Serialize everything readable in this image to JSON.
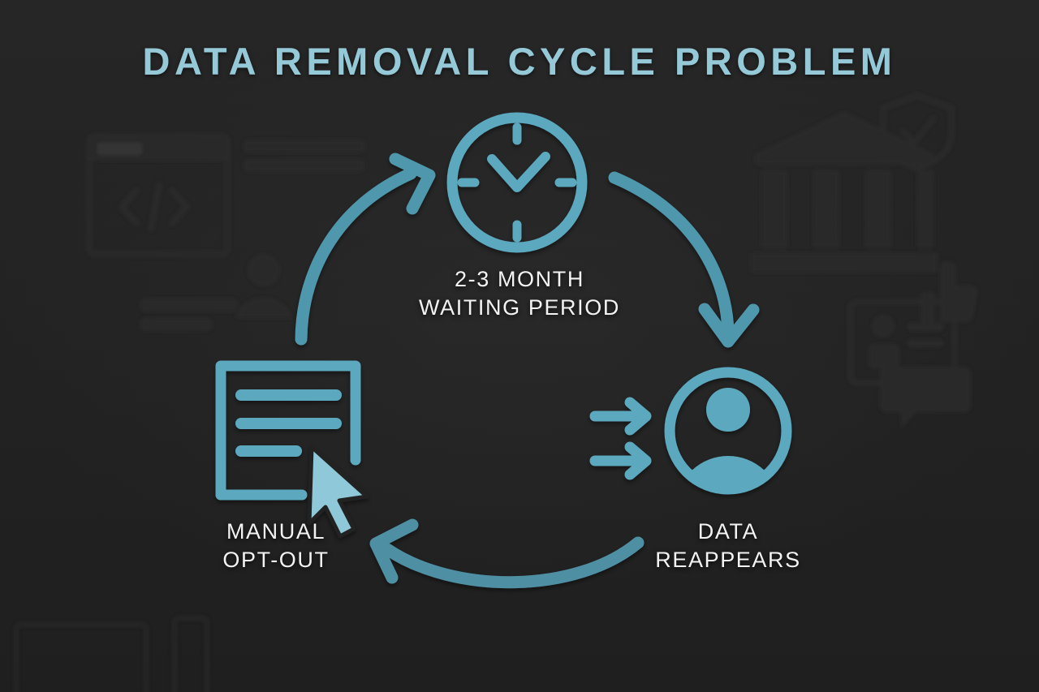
{
  "page": {
    "title": "DATA REMOVAL CYCLE PROBLEM",
    "background_color": "#232323",
    "accent_color": "#5ba8bf",
    "accent_light_color": "#8fc8d8",
    "title_color": "#96c9d8",
    "caption_color": "#f3f3f3",
    "watermark_color": "#2b2b2b"
  },
  "diagram": {
    "type": "cycle",
    "direction": "clockwise",
    "node_count": 3,
    "nodes": [
      {
        "id": "waiting-period",
        "icon": "clock-icon",
        "label_line1": "2-3 MONTH",
        "label_line2": "WAITING PERIOD",
        "position": "top-center"
      },
      {
        "id": "data-reappears",
        "icon": "person-arrows-icon",
        "label_line1": "DATA",
        "label_line2": "REAPPEARS",
        "position": "bottom-right"
      },
      {
        "id": "manual-opt-out",
        "icon": "document-cursor-icon",
        "label_line1": "MANUAL",
        "label_line2": "OPT-OUT",
        "position": "bottom-left"
      }
    ],
    "arrows": [
      {
        "id": "arrow-optout-to-waiting",
        "from": "manual-opt-out",
        "to": "waiting-period",
        "shape": "curved",
        "head": "up-right"
      },
      {
        "id": "arrow-waiting-to-data",
        "from": "waiting-period",
        "to": "data-reappears",
        "shape": "curved",
        "head": "down"
      },
      {
        "id": "arrow-data-to-optout",
        "from": "data-reappears",
        "to": "manual-opt-out",
        "shape": "curved",
        "head": "up-left"
      }
    ]
  },
  "watermarks": [
    {
      "id": "code-window-watermark",
      "icon": "code-browser-icon"
    },
    {
      "id": "person-watermark",
      "icon": "user-card-icon"
    },
    {
      "id": "bank-watermark",
      "icon": "bank-building-icon"
    },
    {
      "id": "shield-watermark",
      "icon": "shield-check-icon"
    },
    {
      "id": "id-card-watermark",
      "icon": "id-card-icon"
    },
    {
      "id": "thumb-watermark",
      "icon": "thumbs-up-icon"
    }
  ]
}
